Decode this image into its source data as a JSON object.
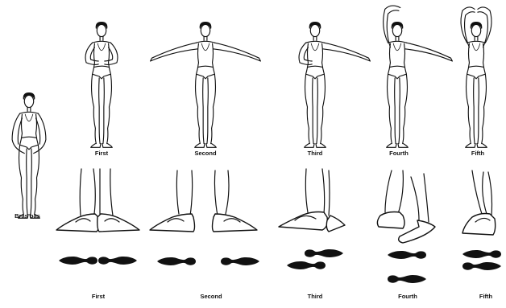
{
  "arm_positions": [
    {
      "id": "bras-bas",
      "label": "Bras bas"
    },
    {
      "id": "first",
      "label": "First"
    },
    {
      "id": "second",
      "label": "Second"
    },
    {
      "id": "third",
      "label": "Third"
    },
    {
      "id": "fourth",
      "label": "Fourth"
    },
    {
      "id": "fifth",
      "label": "Fifth"
    }
  ],
  "foot_positions": [
    {
      "id": "first",
      "label": "First"
    },
    {
      "id": "second",
      "label": "Second"
    },
    {
      "id": "third",
      "label": "Third"
    },
    {
      "id": "fourth",
      "label": "Fourth"
    },
    {
      "id": "fifth",
      "label": "Fifth"
    }
  ],
  "colors": {
    "ink": "#111111",
    "background": "#ffffff"
  }
}
